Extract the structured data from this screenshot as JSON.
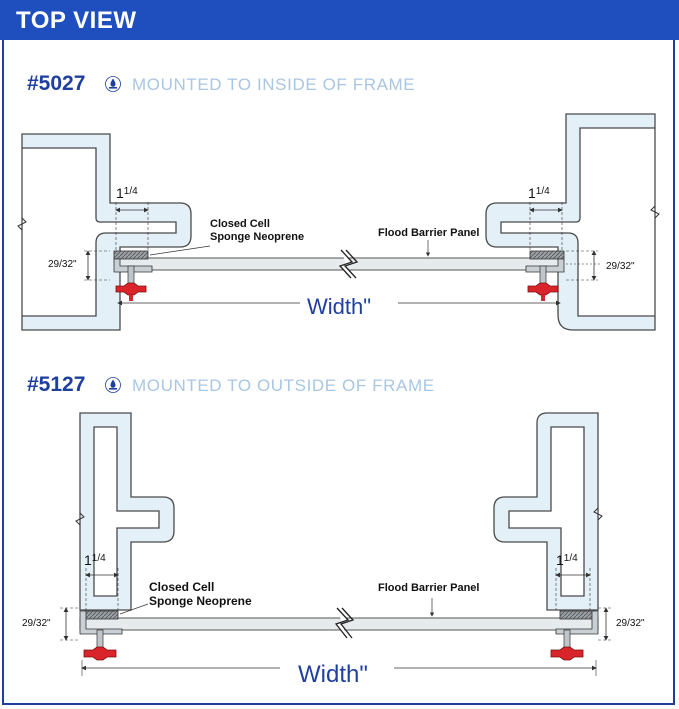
{
  "header": {
    "title": "TOP VIEW"
  },
  "section1": {
    "model": "#5027",
    "subtitle": "MOUNTED TO INSIDE OF FRAME",
    "dim_left_whole": "1",
    "dim_left_frac": "1/4",
    "dim_right_whole": "1",
    "dim_right_frac": "1/4",
    "gap_left": "29/32\"",
    "gap_right": "29/32\"",
    "gasket_label_1": "Closed Cell",
    "gasket_label_2": "Sponge Neoprene",
    "panel_label": "Flood Barrier Panel",
    "width_label": "Width\""
  },
  "section2": {
    "model": "#5127",
    "subtitle": "MOUNTED TO OUTSIDE OF FRAME",
    "dim_left_whole": "1",
    "dim_left_frac": "1/4",
    "dim_right_whole": "1",
    "dim_right_frac": "1/4",
    "gap_left": "29/32\"",
    "gap_right": "29/32\"",
    "gasket_label_1": "Closed Cell",
    "gasket_label_2": "Sponge Neoprene",
    "panel_label": "Flood Barrier Panel",
    "width_label": "Width\""
  },
  "colors": {
    "header_bg": "#1f4fbf",
    "title_blue": "#1f3f9f",
    "subtitle_blue": "#a9c6e3",
    "frame_fill": "#e4f0f7",
    "handle_red": "#d9242b"
  }
}
